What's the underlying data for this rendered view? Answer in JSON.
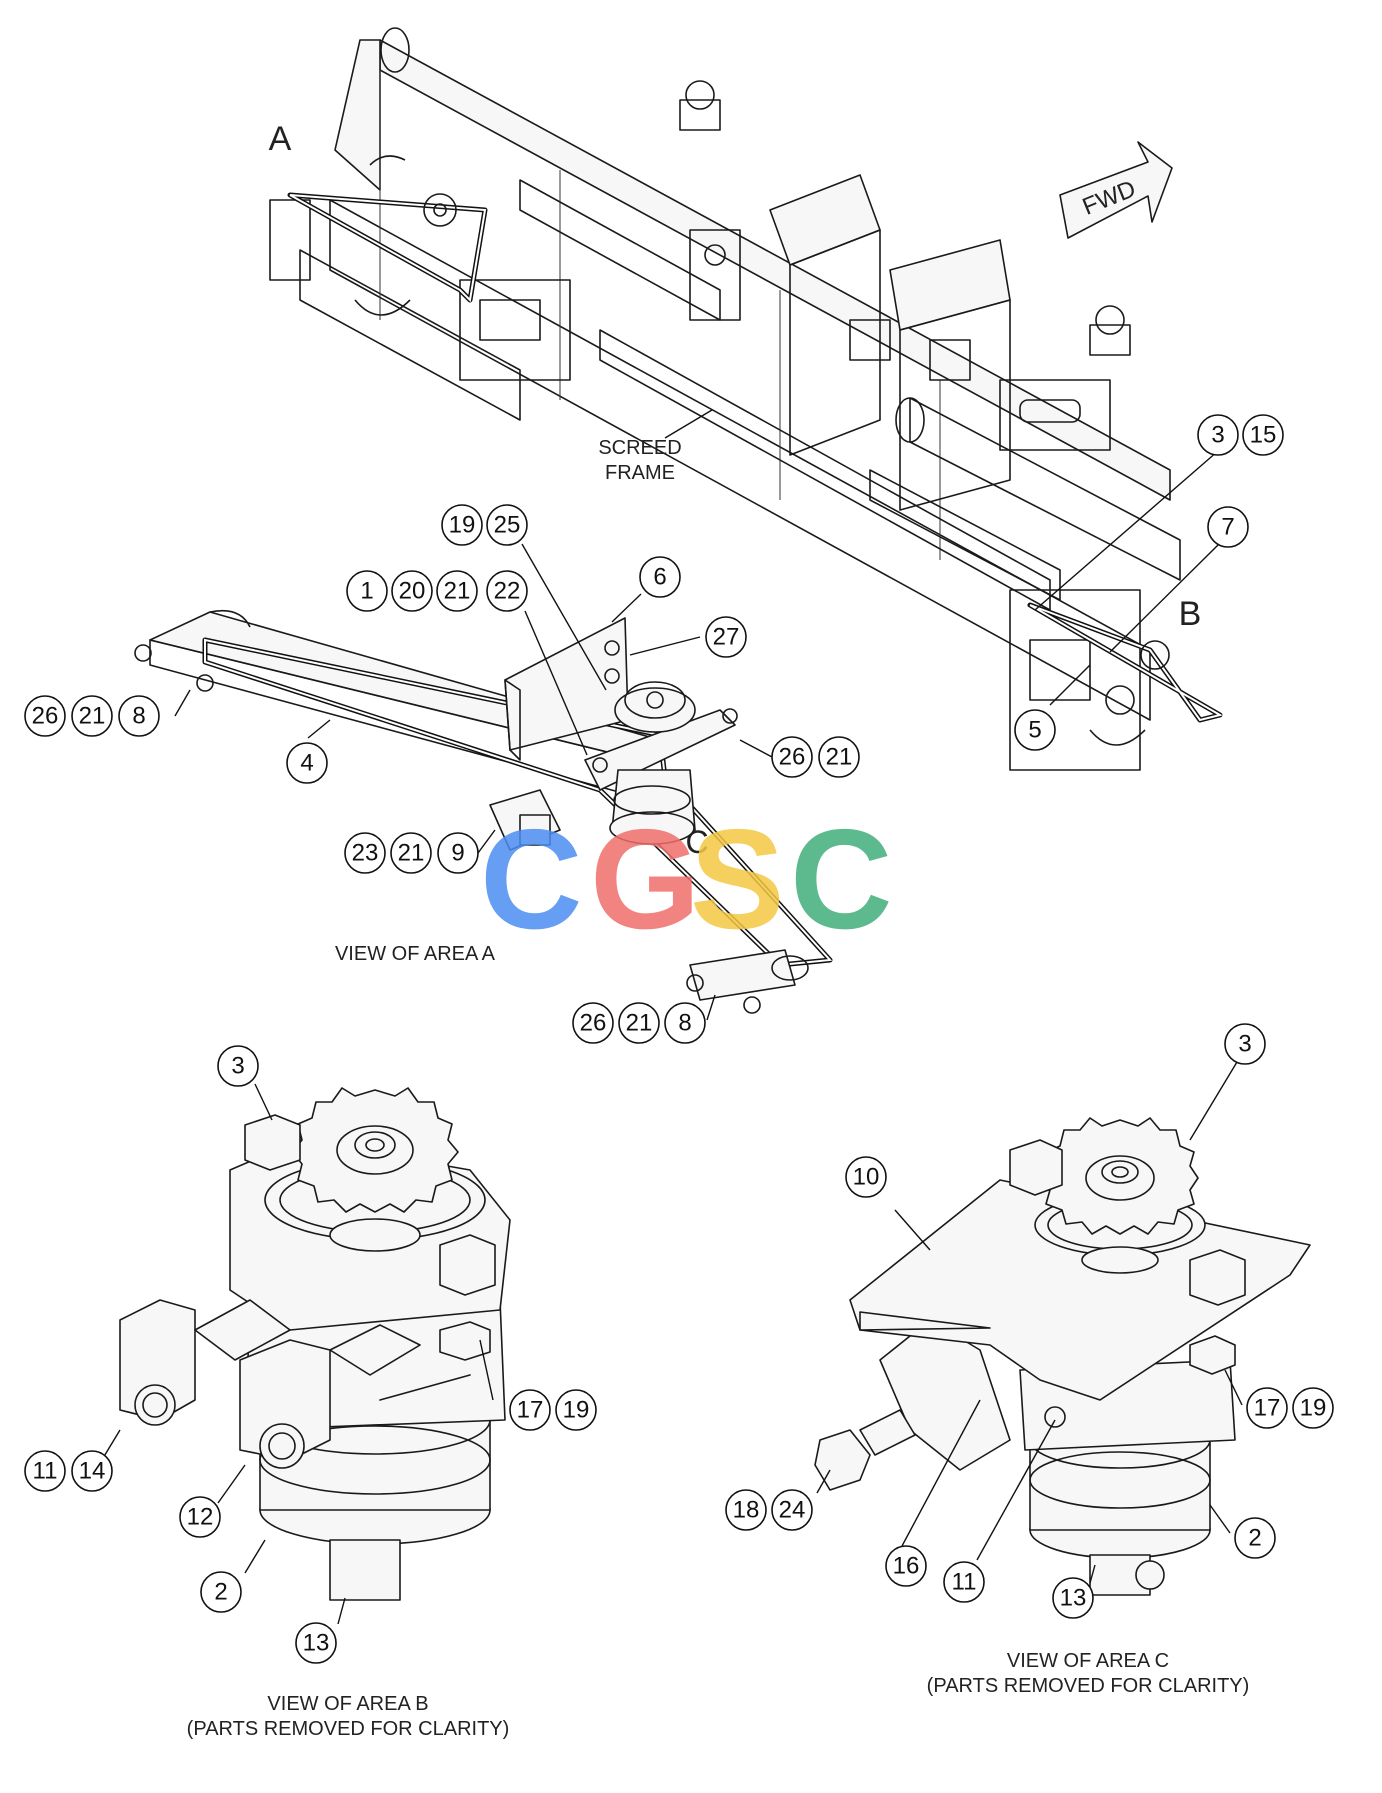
{
  "area_letters": {
    "a": "A",
    "b": "B",
    "c": "C"
  },
  "fwd_label": "FWD",
  "screed_frame": {
    "line1": "SCREED",
    "line2": "FRAME"
  },
  "views": {
    "a": {
      "caption": "VIEW OF AREA A"
    },
    "b": {
      "caption": "VIEW OF AREA B",
      "sub": "(PARTS REMOVED FOR CLARITY)"
    },
    "c": {
      "caption": "VIEW OF AREA C",
      "sub": "(PARTS REMOVED FOR CLARITY)"
    }
  },
  "watermark": {
    "letters": [
      "C",
      "G",
      "S",
      "C"
    ],
    "colors": [
      "#4a8df0",
      "#ee6e6a",
      "#f5c842",
      "#3fae7a"
    ]
  },
  "callouts": {
    "top_3_15": [
      "3",
      "15"
    ],
    "top_7": [
      "7"
    ],
    "top_5": [
      "5"
    ],
    "a_19_25": [
      "19",
      "25"
    ],
    "a_1_20_21_22": [
      "1",
      "20",
      "21",
      "22"
    ],
    "a_6": [
      "6"
    ],
    "a_27": [
      "27"
    ],
    "a_26_21_8_left": [
      "26",
      "21",
      "8"
    ],
    "a_4": [
      "4"
    ],
    "a_26_21_right": [
      "26",
      "21"
    ],
    "a_23_21_9": [
      "23",
      "21",
      "9"
    ],
    "a_26_21_8_bottom": [
      "26",
      "21",
      "8"
    ],
    "b_3": [
      "3"
    ],
    "b_17_19": [
      "17",
      "19"
    ],
    "b_11_14": [
      "11",
      "14"
    ],
    "b_12": [
      "12"
    ],
    "b_2": [
      "2"
    ],
    "b_13": [
      "13"
    ],
    "c_3": [
      "3"
    ],
    "c_10": [
      "10"
    ],
    "c_17_19": [
      "17",
      "19"
    ],
    "c_18_24": [
      "18",
      "24"
    ],
    "c_16": [
      "16"
    ],
    "c_11": [
      "11"
    ],
    "c_2": [
      "2"
    ],
    "c_13": [
      "13"
    ]
  }
}
